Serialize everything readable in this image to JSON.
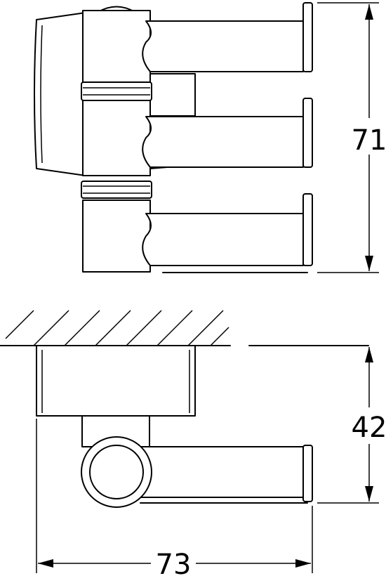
{
  "diagram": {
    "dimensions": {
      "height_top_view": "71",
      "depth_side_view": "42",
      "width": "73"
    },
    "colors": {
      "stroke": "#000000",
      "background": "#ffffff"
    }
  }
}
